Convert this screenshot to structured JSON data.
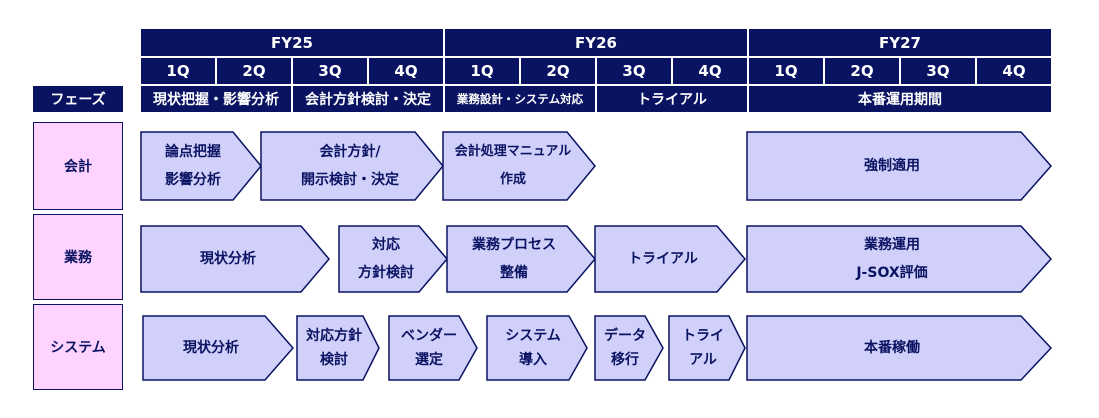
{
  "header": {
    "years": [
      "FY25",
      "FY26",
      "FY27"
    ],
    "quarters": [
      "1Q",
      "2Q",
      "3Q",
      "4Q",
      "1Q",
      "2Q",
      "3Q",
      "4Q",
      "1Q",
      "2Q",
      "3Q",
      "4Q"
    ],
    "phase_label": "フェーズ",
    "phases": [
      "現状把握・影響分析",
      "会計方針検討・決定",
      "業務設計・システム対応",
      "トライアル",
      "本番運用期間"
    ]
  },
  "rows": [
    {
      "label": "会計",
      "tasks": [
        {
          "line1": "論点把握",
          "line2": "影響分析"
        },
        {
          "line1": "会計方針/",
          "line2": "開示検討・決定"
        },
        {
          "line1": "会計処理マニュアル",
          "line2": "作成"
        },
        {
          "line1": "強制適用",
          "line2": ""
        }
      ]
    },
    {
      "label": "業務",
      "tasks": [
        {
          "line1": "現状分析",
          "line2": ""
        },
        {
          "line1": "対応",
          "line2": "方針検討"
        },
        {
          "line1": "業務プロセス",
          "line2": "整備"
        },
        {
          "line1": "トライアル",
          "line2": ""
        },
        {
          "line1": "業務運用",
          "line2": "J-SOX評価"
        }
      ]
    },
    {
      "label": "システム",
      "tasks": [
        {
          "line1": "現状分析",
          "line2": ""
        },
        {
          "line1": "対応方針",
          "line2": "検討"
        },
        {
          "line1": "ベンダー",
          "line2": "選定"
        },
        {
          "line1": "システム",
          "line2": "導入"
        },
        {
          "line1": "データ",
          "line2": "移行"
        },
        {
          "line1": "トライ",
          "line2": "アル"
        },
        {
          "line1": "本番稼働",
          "line2": ""
        }
      ]
    }
  ],
  "colors": {
    "navy": "#0a1362",
    "arrow_fill": "#d0d0fa",
    "label_fill": "#ffd3ff"
  }
}
